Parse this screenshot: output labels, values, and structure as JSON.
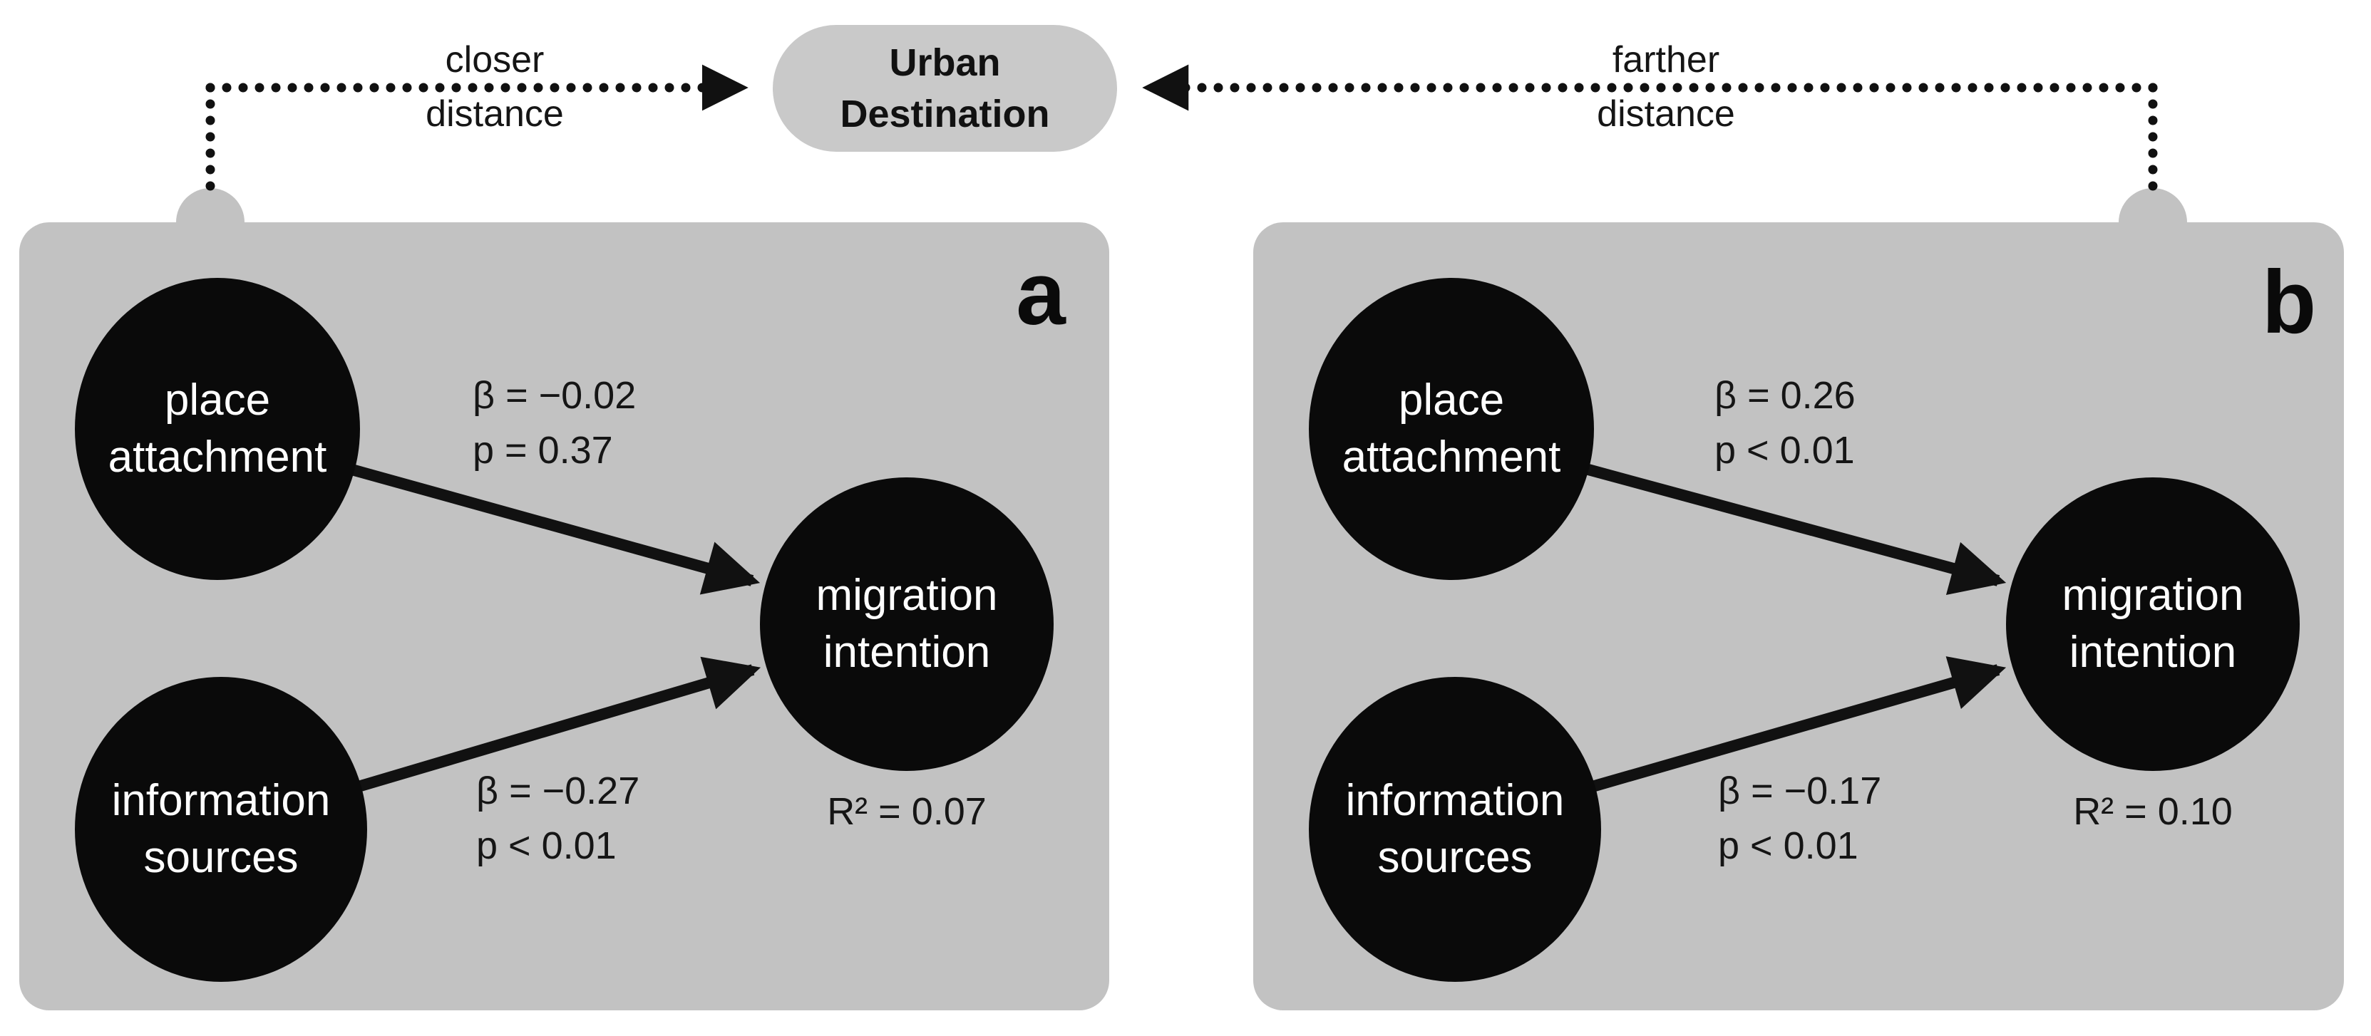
{
  "figure": {
    "destination": {
      "label": "Urban Destination"
    },
    "connectors": {
      "left": {
        "line1": "closer",
        "line2": "distance"
      },
      "right": {
        "line1": "farther",
        "line2": "distance"
      }
    },
    "panels": [
      {
        "letter": "a",
        "nodes": {
          "predictor1": "place attachment",
          "predictor2": "information sources",
          "outcome": "migration intention"
        },
        "paths": [
          {
            "from": "place attachment",
            "to": "migration intention",
            "beta": "β = −0.02",
            "p": "p = 0.37"
          },
          {
            "from": "information sources",
            "to": "migration intention",
            "beta": "β = −0.27",
            "p": "p < 0.01"
          }
        ],
        "r_squared": "R² = 0.07"
      },
      {
        "letter": "b",
        "nodes": {
          "predictor1": "place attachment",
          "predictor2": "information sources",
          "outcome": "migration intention"
        },
        "paths": [
          {
            "from": "place attachment",
            "to": "migration intention",
            "beta": "β = 0.26",
            "p": "p < 0.01"
          },
          {
            "from": "information sources",
            "to": "migration intention",
            "beta": "β = −0.17",
            "p": "p < 0.01"
          }
        ],
        "r_squared": "R² = 0.10"
      }
    ],
    "colors": {
      "background": "#ffffff",
      "panel": "#c2c2c2",
      "pill": "#c9c9c9",
      "node": "#0a0a0a",
      "node_text": "#ffffff",
      "line": "#111111"
    }
  }
}
